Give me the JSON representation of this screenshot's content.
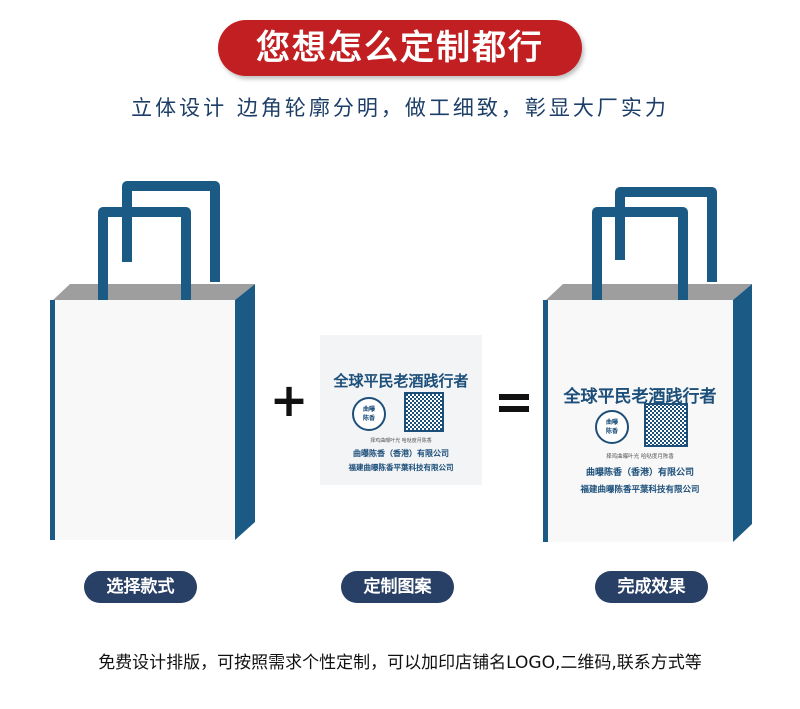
{
  "banner": {
    "title": "您想怎么定制都行"
  },
  "subtitle": "立体设计 边角轮廓分明，做工细致，彰显大厂实力",
  "operators": {
    "plus": "+",
    "equals": "="
  },
  "print": {
    "slogan": "全球平民老酒践行者",
    "seal_line1": "曲曝",
    "seal_line2": "陈香",
    "tagline": "择鸡曲曝叶光  哈哒度月陈香",
    "company_1": "曲曝陈香（香港）有限公司",
    "company_2": "福建曲曝陈香平葉科技有限公司"
  },
  "steps": [
    {
      "label": "选择款式"
    },
    {
      "label": "定制图案"
    },
    {
      "label": "完成效果"
    }
  ],
  "footer": "免费设计排版，可按照需求个性定制，可以加印店铺名LOGO,二维码,联系方式等",
  "colors": {
    "banner": "#c11f22",
    "bag_side": "#1c5a86",
    "pill": "#283f66",
    "text_blue": "#1d3f67"
  }
}
